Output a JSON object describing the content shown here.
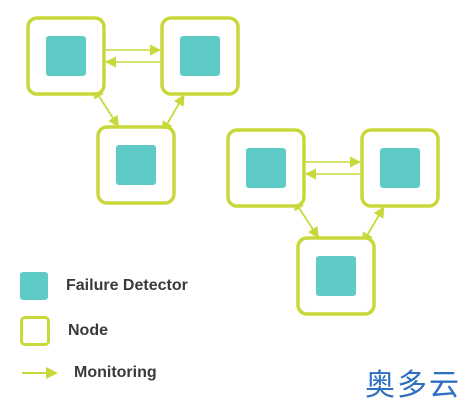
{
  "colors": {
    "detector": "#5fcbc6",
    "node_border": "#c8d83a",
    "arrow": "#c8d83a",
    "legend_text": "#3a3a3a",
    "watermark": "#2f6fc0"
  },
  "clusters": [
    {
      "nodes": [
        "top-left",
        "top-right",
        "bottom"
      ],
      "monitoring": [
        [
          "top-left",
          "top-right"
        ],
        [
          "top-right",
          "top-left"
        ],
        [
          "top-left",
          "bottom"
        ],
        [
          "bottom",
          "top-left"
        ],
        [
          "top-right",
          "bottom"
        ],
        [
          "bottom",
          "top-right"
        ]
      ]
    },
    {
      "nodes": [
        "top-left",
        "top-right",
        "bottom"
      ],
      "monitoring": [
        [
          "top-left",
          "top-right"
        ],
        [
          "top-right",
          "top-left"
        ],
        [
          "top-left",
          "bottom"
        ],
        [
          "bottom",
          "top-left"
        ],
        [
          "top-right",
          "bottom"
        ],
        [
          "bottom",
          "top-right"
        ]
      ]
    }
  ],
  "legend": {
    "detector_label": "Failure Detector",
    "node_label": "Node",
    "monitoring_label": "Monitoring"
  },
  "watermark": "奥多云"
}
